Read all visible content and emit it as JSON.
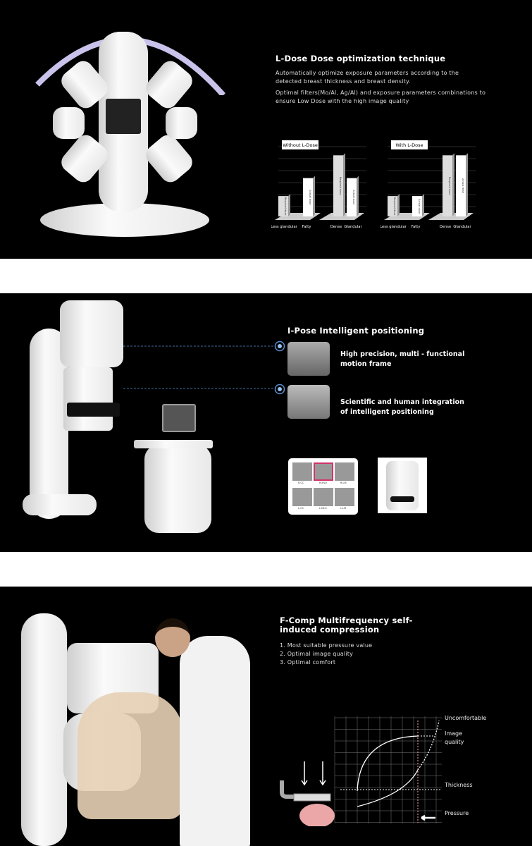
{
  "ldose": {
    "title": "L-Dose Dose optimization technique",
    "para1": "Automatically optimize exposure parameters according to the detected breast thickness and breast density.",
    "para2": "Optimal filters(Mo/Al, Ag/Al) and exposure parameters combinations to ensure Low Dose with the high image quality"
  },
  "chart_data": [
    {
      "type": "bar",
      "title": "Without L-Dose",
      "categories": [
        "Less glandular",
        "Fatty",
        "Dense",
        "Glandular"
      ],
      "bar_labels": [
        "Required dose",
        "Actual dose",
        "Required dose",
        "Actual dose"
      ],
      "values": [
        1.7,
        3.2,
        5.1,
        3.2
      ],
      "ylim": [
        0,
        6
      ],
      "grid": true
    },
    {
      "type": "bar",
      "title": "With L-Dose",
      "categories": [
        "Less glandular",
        "Fatty",
        "Dense",
        "Glandular"
      ],
      "bar_labels": [
        "Required dose",
        "Actual dose",
        "Required dose",
        "Actual dose"
      ],
      "values": [
        1.7,
        1.7,
        5.1,
        5.1
      ],
      "ylim": [
        0,
        6
      ],
      "grid": true
    },
    {
      "type": "line",
      "grid": true,
      "labels": [
        "Uncomfortable",
        "Image quality",
        "Thickness",
        "Pressure"
      ]
    }
  ],
  "ipose": {
    "title": "I-Pose Intelligent positioning",
    "features": [
      "High precision, multi - functional motion frame",
      "Scientific and human integration of intelligent positioning"
    ],
    "thumbs": [
      "R-CC",
      "R-MLO",
      "R-LM",
      "L-CC",
      "L-MLO",
      "L-LM"
    ]
  },
  "fcomp": {
    "title": "F-Comp Multifrequency self-induced compression",
    "items": [
      "1. Most suitable pressure value",
      "2. Optimal image quality",
      "3. Optimal comfort"
    ],
    "labels": {
      "uncomfortable": "Uncomfortable",
      "image_quality": "Image quality",
      "thickness": "Thickness",
      "pressure": "Pressure"
    }
  },
  "colors": {
    "background": "#000000",
    "accent": "#5b8fd0",
    "highlight": "#d0336b"
  }
}
